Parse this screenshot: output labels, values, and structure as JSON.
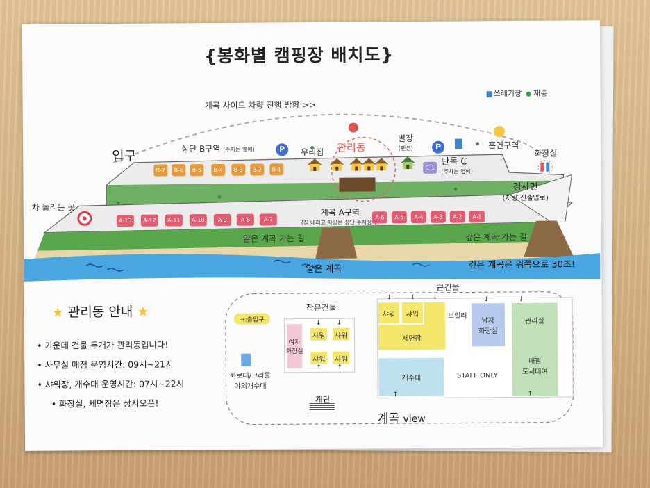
{
  "title": "{봉화별 캠핑장 배치도}",
  "legend": {
    "trash": "쓰레기장",
    "tree": "재통"
  },
  "road_direction": "계곡 사이트 차량 진행 방향 >>",
  "entrance": "입구",
  "turnaround": "차 돌리는 곳",
  "upper_zone": {
    "label": "상단 B구역",
    "note": "(주차는 옆에)",
    "sites": [
      "B-7",
      "B-6",
      "B-5",
      "B-4",
      "B-3",
      "B-2",
      "B-1"
    ]
  },
  "our_house": "우리집",
  "office": "관리동",
  "annex": {
    "label": "별장",
    "sub": "(펜션)"
  },
  "zone_c": {
    "label": "단독 C",
    "note": "(주차는 옆에)",
    "site": "C-1"
  },
  "smoking": "흡연구역",
  "restroom": "화장실",
  "slope": {
    "label": "경사면",
    "note": "(차량 진출입로)"
  },
  "lower_zone": {
    "label": "계곡 A구역",
    "note": "(짐 내리고 차량은 상단 주차장에)",
    "sites_left": [
      "A-13",
      "A-12",
      "A-11",
      "A-10",
      "A-9",
      "A-8",
      "A-7"
    ],
    "sites_right": [
      "A-6",
      "A-5",
      "A-4",
      "A-3",
      "A-2",
      "A-1"
    ]
  },
  "path_shallow": "얕은 계곡 가는 길",
  "path_deep": "깊은 계곡 가는 길",
  "stream_shallow": "얕은 계곡",
  "stream_deep": "깊은 계곡은 위쪽으로 30초!",
  "guide": {
    "title": "관리동 안내",
    "items": [
      "• 가운데 건물 두개가 관리동입니다!",
      "• 사무실 매점 운영시간: 09시~21시",
      "• 샤워장, 개수대 운영시간: 07시~22시",
      "• 화장실, 세면장은 상시오픈!"
    ]
  },
  "building_map": {
    "entry_legend": "→:출입구",
    "small_building": "작은건물",
    "big_building": "큰건물",
    "women_restroom": "여자\n화장실",
    "shower": "샤워",
    "bbq": "화로대/그리들\n야외개수대",
    "stairs": "계단",
    "washroom": "세면장",
    "boiler": "보일러",
    "men_restroom": "남자\n화장실",
    "office": "관리실",
    "sink": "개수대",
    "staff": "STAFF ONLY",
    "store": "매점\n도서대여",
    "view_main": "계곡",
    "view_sub": "view"
  },
  "colors": {
    "upper_ground": "#eeeeee",
    "grass": "#5aa64c",
    "sand": "#e8d7a8",
    "stream": "#4aa6e0",
    "site_a": "#e25b70",
    "site_b": "#e59a3c"
  }
}
